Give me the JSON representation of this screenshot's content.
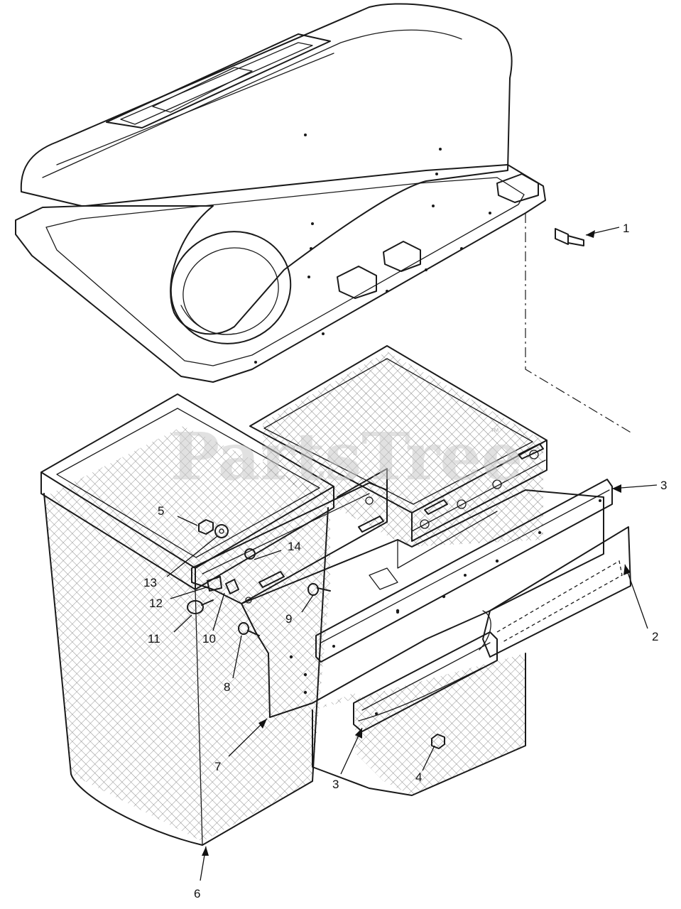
{
  "title": "",
  "watermark": {
    "text": "PartsTree",
    "trademark": "™"
  },
  "callouts": [
    {
      "id": "1",
      "label": "1"
    },
    {
      "id": "2",
      "label": "2"
    },
    {
      "id": "3a",
      "label": "3"
    },
    {
      "id": "3b",
      "label": "3"
    },
    {
      "id": "4",
      "label": "4"
    },
    {
      "id": "5",
      "label": "5"
    },
    {
      "id": "6",
      "label": "6"
    },
    {
      "id": "7",
      "label": "7"
    },
    {
      "id": "8",
      "label": "8"
    },
    {
      "id": "9",
      "label": "9"
    },
    {
      "id": "10",
      "label": "10"
    },
    {
      "id": "11",
      "label": "11"
    },
    {
      "id": "12",
      "label": "12"
    },
    {
      "id": "13",
      "label": "13"
    },
    {
      "id": "14",
      "label": "14"
    }
  ],
  "colors": {
    "ink": "#1a1a1a",
    "background": "#ffffff",
    "watermark": "#c9c9c9"
  }
}
